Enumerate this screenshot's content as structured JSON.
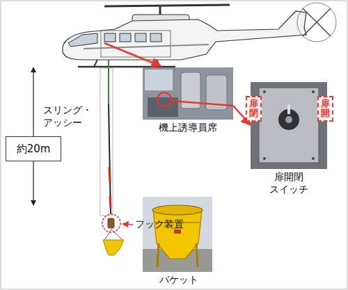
{
  "diagram": {
    "nodes": [
      {
        "text": [
          "機上誘導員席"
        ]
      },
      {
        "text": [
          "扉開閉 スイッチ"
        ]
      },
      {
        "text": [
          "扉閉"
        ],
        "in": 1
      },
      {
        "text": [
          "扉開"
        ],
        "in": 1
      },
      {
        "text": [
          "約20m"
        ]
      },
      {
        "text": [
          "バケット"
        ]
      }
    ],
    "edges": [
      {
        "from": 0,
        "to": 1,
        "arrow": "to"
      }
    ],
    "labels": [
      "スリング・ アッシー",
      "フック装置"
    ]
  }
}
